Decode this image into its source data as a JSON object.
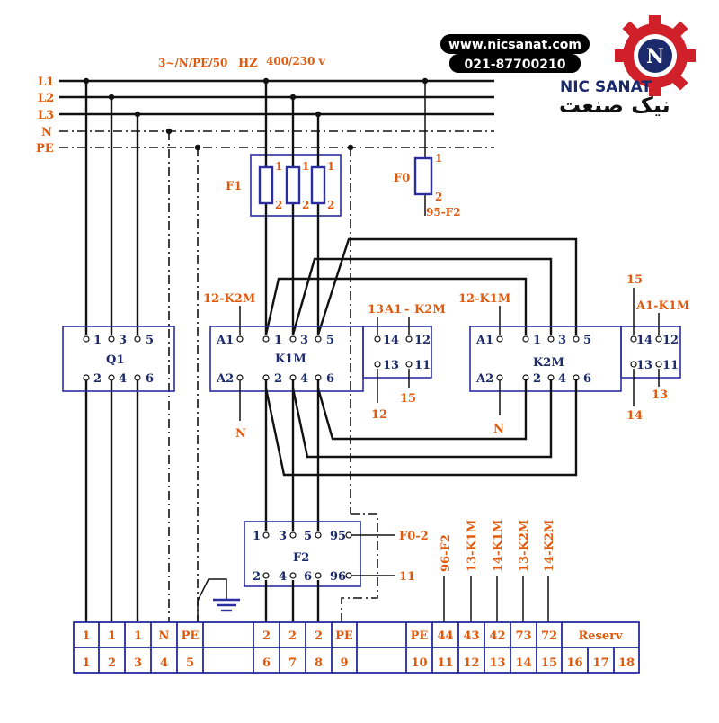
{
  "header": {
    "supply": "3~/N/PE/50",
    "hz": "HZ",
    "voltage": "400/230 v"
  },
  "bus": {
    "l1": "L1",
    "l2": "L2",
    "l3": "L3",
    "n": "N",
    "pe": "PE"
  },
  "f1": {
    "name": "F1",
    "p1": "1",
    "p2": "1",
    "p3": "1",
    "q1": "2",
    "q2": "2",
    "q3": "2"
  },
  "f0": {
    "name": "F0",
    "top": "1",
    "bottom": "2",
    "to": "95-F2"
  },
  "q1": {
    "name": "Q1",
    "t1": "1",
    "t3": "3",
    "t5": "5",
    "t2": "2",
    "t4": "4",
    "t6": "6"
  },
  "k1m": {
    "name": "K1M",
    "a1": "A1",
    "a2": "A2",
    "t1": "1",
    "t3": "3",
    "t5": "5",
    "t2": "2",
    "t4": "4",
    "t6": "6",
    "coil_from": "12-K2M",
    "coil_n": "N",
    "aux13": "13",
    "aux_link": "A1",
    "aux_dash": "-",
    "aux_k2m": "K2M",
    "aux14": "14",
    "aux12": "12",
    "aux13b": "13",
    "aux11": "11",
    "out12": "12",
    "out15": "15"
  },
  "k2m": {
    "name": "K2M",
    "a1": "A1",
    "a2": "A2",
    "t1": "1",
    "t3": "3",
    "t5": "5",
    "t2": "2",
    "t4": "4",
    "t6": "6",
    "coil_from": "12-K1M",
    "coil_n": "N",
    "aux15": "15",
    "aux_k1m": "A1-K1M",
    "aux14": "14",
    "aux12": "12",
    "aux13": "13",
    "aux11": "11",
    "out13": "13",
    "out14": "14"
  },
  "f2": {
    "name": "F2",
    "t1": "1",
    "t3": "3",
    "t5": "5",
    "t95": "95",
    "t2": "2",
    "t4": "4",
    "t6": "6",
    "t96": "96",
    "to95": "F0-2",
    "to96": "11"
  },
  "vertical_labels": [
    "96-F2",
    "13-K1M",
    "14-K1M",
    "13-K2M",
    "14-K2M"
  ],
  "terminal_strip": {
    "top": [
      "1",
      "1",
      "1",
      "N",
      "PE",
      "",
      "2",
      "2",
      "2",
      "PE",
      "",
      "PE",
      "44",
      "43",
      "42",
      "73",
      "72"
    ],
    "bottom": [
      "1",
      "2",
      "3",
      "4",
      "5",
      "",
      "6",
      "7",
      "8",
      "9",
      "",
      "10",
      "11",
      "12",
      "13",
      "14",
      "15",
      "16",
      "17",
      "18"
    ],
    "reserve": "Reserv"
  },
  "brand": {
    "website": "www.nicsanat.com",
    "phone": "021-87700210",
    "name_en": "NIC SANAT",
    "name_fa": "نیک صنعت",
    "logo_letter": "N"
  },
  "colors": {
    "label": "#e05a0e",
    "box": "#2a2fa0",
    "wire": "#111111",
    "logo_red": "#d0202a",
    "logo_blue": "#1b2a6b"
  }
}
